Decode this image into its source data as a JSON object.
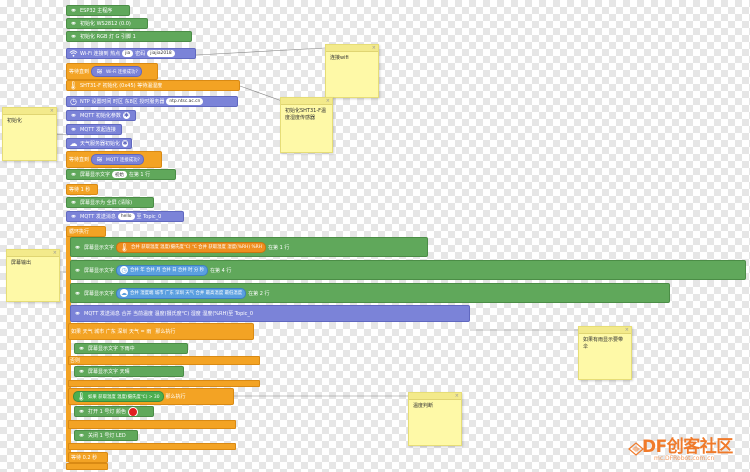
{
  "blocks": {
    "esp32": "ESP32 主程序",
    "ws_init": "初始化 WS2812 (0.0)",
    "init_rgb": "初始化 RGB 灯 G 引脚 1",
    "wifi": "Wi-Fi 连接到 热点",
    "wifi_ssid": "jia",
    "wifi_pwd": "jiajia2018",
    "wait": "等待直到",
    "wifi_ok": "Wi-Fi 连接成功?",
    "sht31": "SHT31-F 初始化 (0x45) 等待温湿度",
    "ntp": "NTP 设置时间 时区 东8区 授时服务器",
    "ntp_server": "ntp.ntsc.ac.cn",
    "mqtt_init": "MQTT 初始化参数",
    "mqtt_connect": "MQTT 发起连接",
    "weather_init": "天气服务器初始化",
    "mqtt_ok": "MQTT 连接成功?",
    "show_text": "屏幕显示文字",
    "show_text_val": "初始",
    "row": "在第 1 行",
    "wait_sec": "等待 1 秒",
    "set_full": "屏幕显示为 全屏 (清除)",
    "mqtt_send": "MQTT 发送消息",
    "mqtt_msg": "hello",
    "mqtt_topic": "至 Topic_0",
    "loop": "循环执行",
    "row1_join": "合并 获取温度 温度(摄氏度℃) ℃ 合并 获取湿度 湿度(%RH) %RH",
    "row1_tail": "在第 1 行",
    "row2_join": "合并 年 合并 月 合并 日 合并 时 分 秒",
    "row2_tail": "在第 4 行",
    "row3_join": "合并 湿度端 城市 广东 深圳 天气 合并 最高温度 最低温度",
    "row3_tail": "在第 2 行",
    "mqtt_send2": "MQTT 发送消息 合并 当前温度 温度(摄氏度℃) 湿度 湿度(%RH)",
    "mqtt_topic2": "至 Topic_0",
    "if_weather": "如果 天气 城市 广东 深圳 天气 = 雨",
    "then": "那么执行",
    "show_rain": "屏幕显示文字 下雨中",
    "else": "否则",
    "show_sun": "屏幕显示文字 天晴",
    "if_temp": "如果 获取温度 温度(摄氏度℃) > 30",
    "temp_val": "30",
    "on_led": "打开 1 号灯 颜色",
    "off_led": "关闭 1 号灯 LED",
    "wait_end": "等待 0.2 秒"
  },
  "notes": {
    "init": "初始化",
    "wifi": "连接wifi",
    "sensor": "初始化SHT31-F温度湿度传感器",
    "display": "屏幕输出",
    "rain": "如果有雨显示要带伞",
    "temp": "温度判断"
  },
  "logo": {
    "main": "DF创客社区",
    "sub": "mc.DFRobot.com.cn"
  },
  "colors": {
    "green_block": "#60a85b",
    "orange_block": "#f3a324",
    "purple_block": "#7b83d8",
    "note": "#fef9a7"
  }
}
